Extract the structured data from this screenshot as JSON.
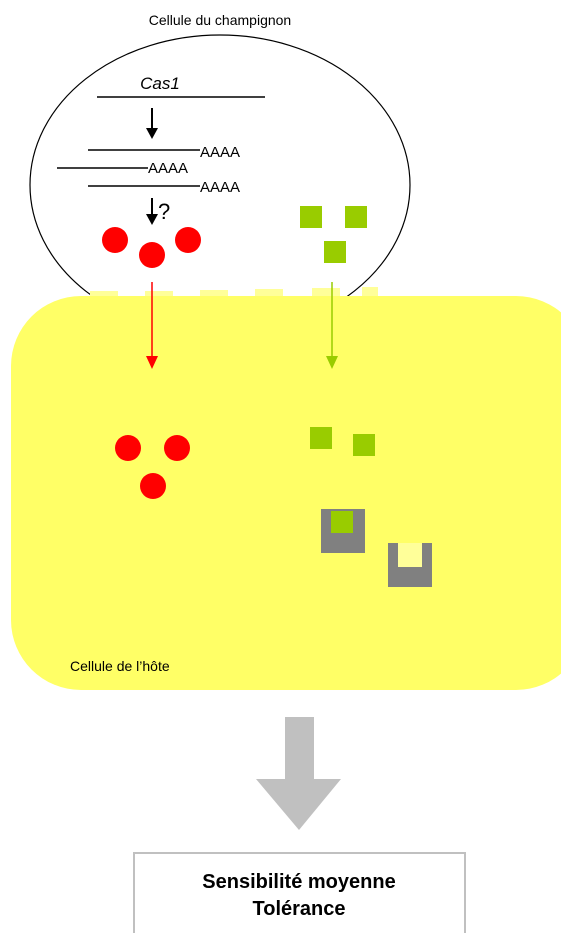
{
  "fungus_cell": {
    "label": "Cellule du champignon",
    "gene_name": "Cas1",
    "transcripts": [
      {
        "polya": "AAAA"
      },
      {
        "polya": "AAAA"
      },
      {
        "polya": "AAAA"
      }
    ],
    "unknown_step": "?"
  },
  "host_cell": {
    "label": "Cellule de l’hôte"
  },
  "result": {
    "line1": "Sensibilité moyenne",
    "line2": "Tolérance"
  },
  "colors": {
    "fungus_protein": "#ff0000",
    "effector": "#99cc00",
    "host_fill": "#ffff66",
    "receptor": "#808080",
    "receptor_inner": "#ffff99",
    "big_arrow": "#c0c0c0",
    "result_border": "#c0c0c0"
  }
}
